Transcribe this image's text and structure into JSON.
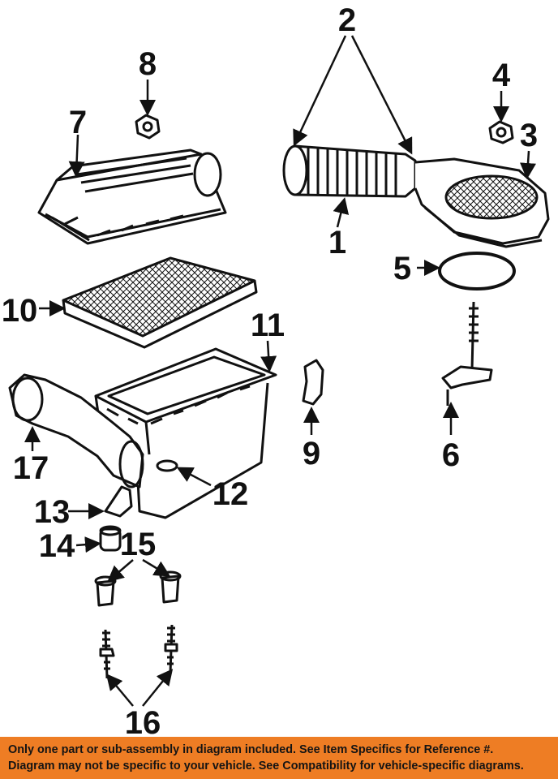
{
  "callouts": {
    "c1": "1",
    "c2": "2",
    "c3": "3",
    "c4": "4",
    "c5": "5",
    "c6": "6",
    "c7": "7",
    "c8": "8",
    "c9": "9",
    "c10": "10",
    "c11": "11",
    "c12": "12",
    "c13": "13",
    "c14": "14",
    "c15": "15",
    "c16": "16",
    "c17": "17"
  },
  "banner": {
    "line1": "Only one part or sub-assembly in diagram included. See Item Specifics for Reference #.",
    "line2": "Diagram may not be specific to your vehicle. See Compatibility for vehicle-specific diagrams."
  },
  "colors": {
    "banner_background": "#ee7d24",
    "line_art": "#111111"
  }
}
